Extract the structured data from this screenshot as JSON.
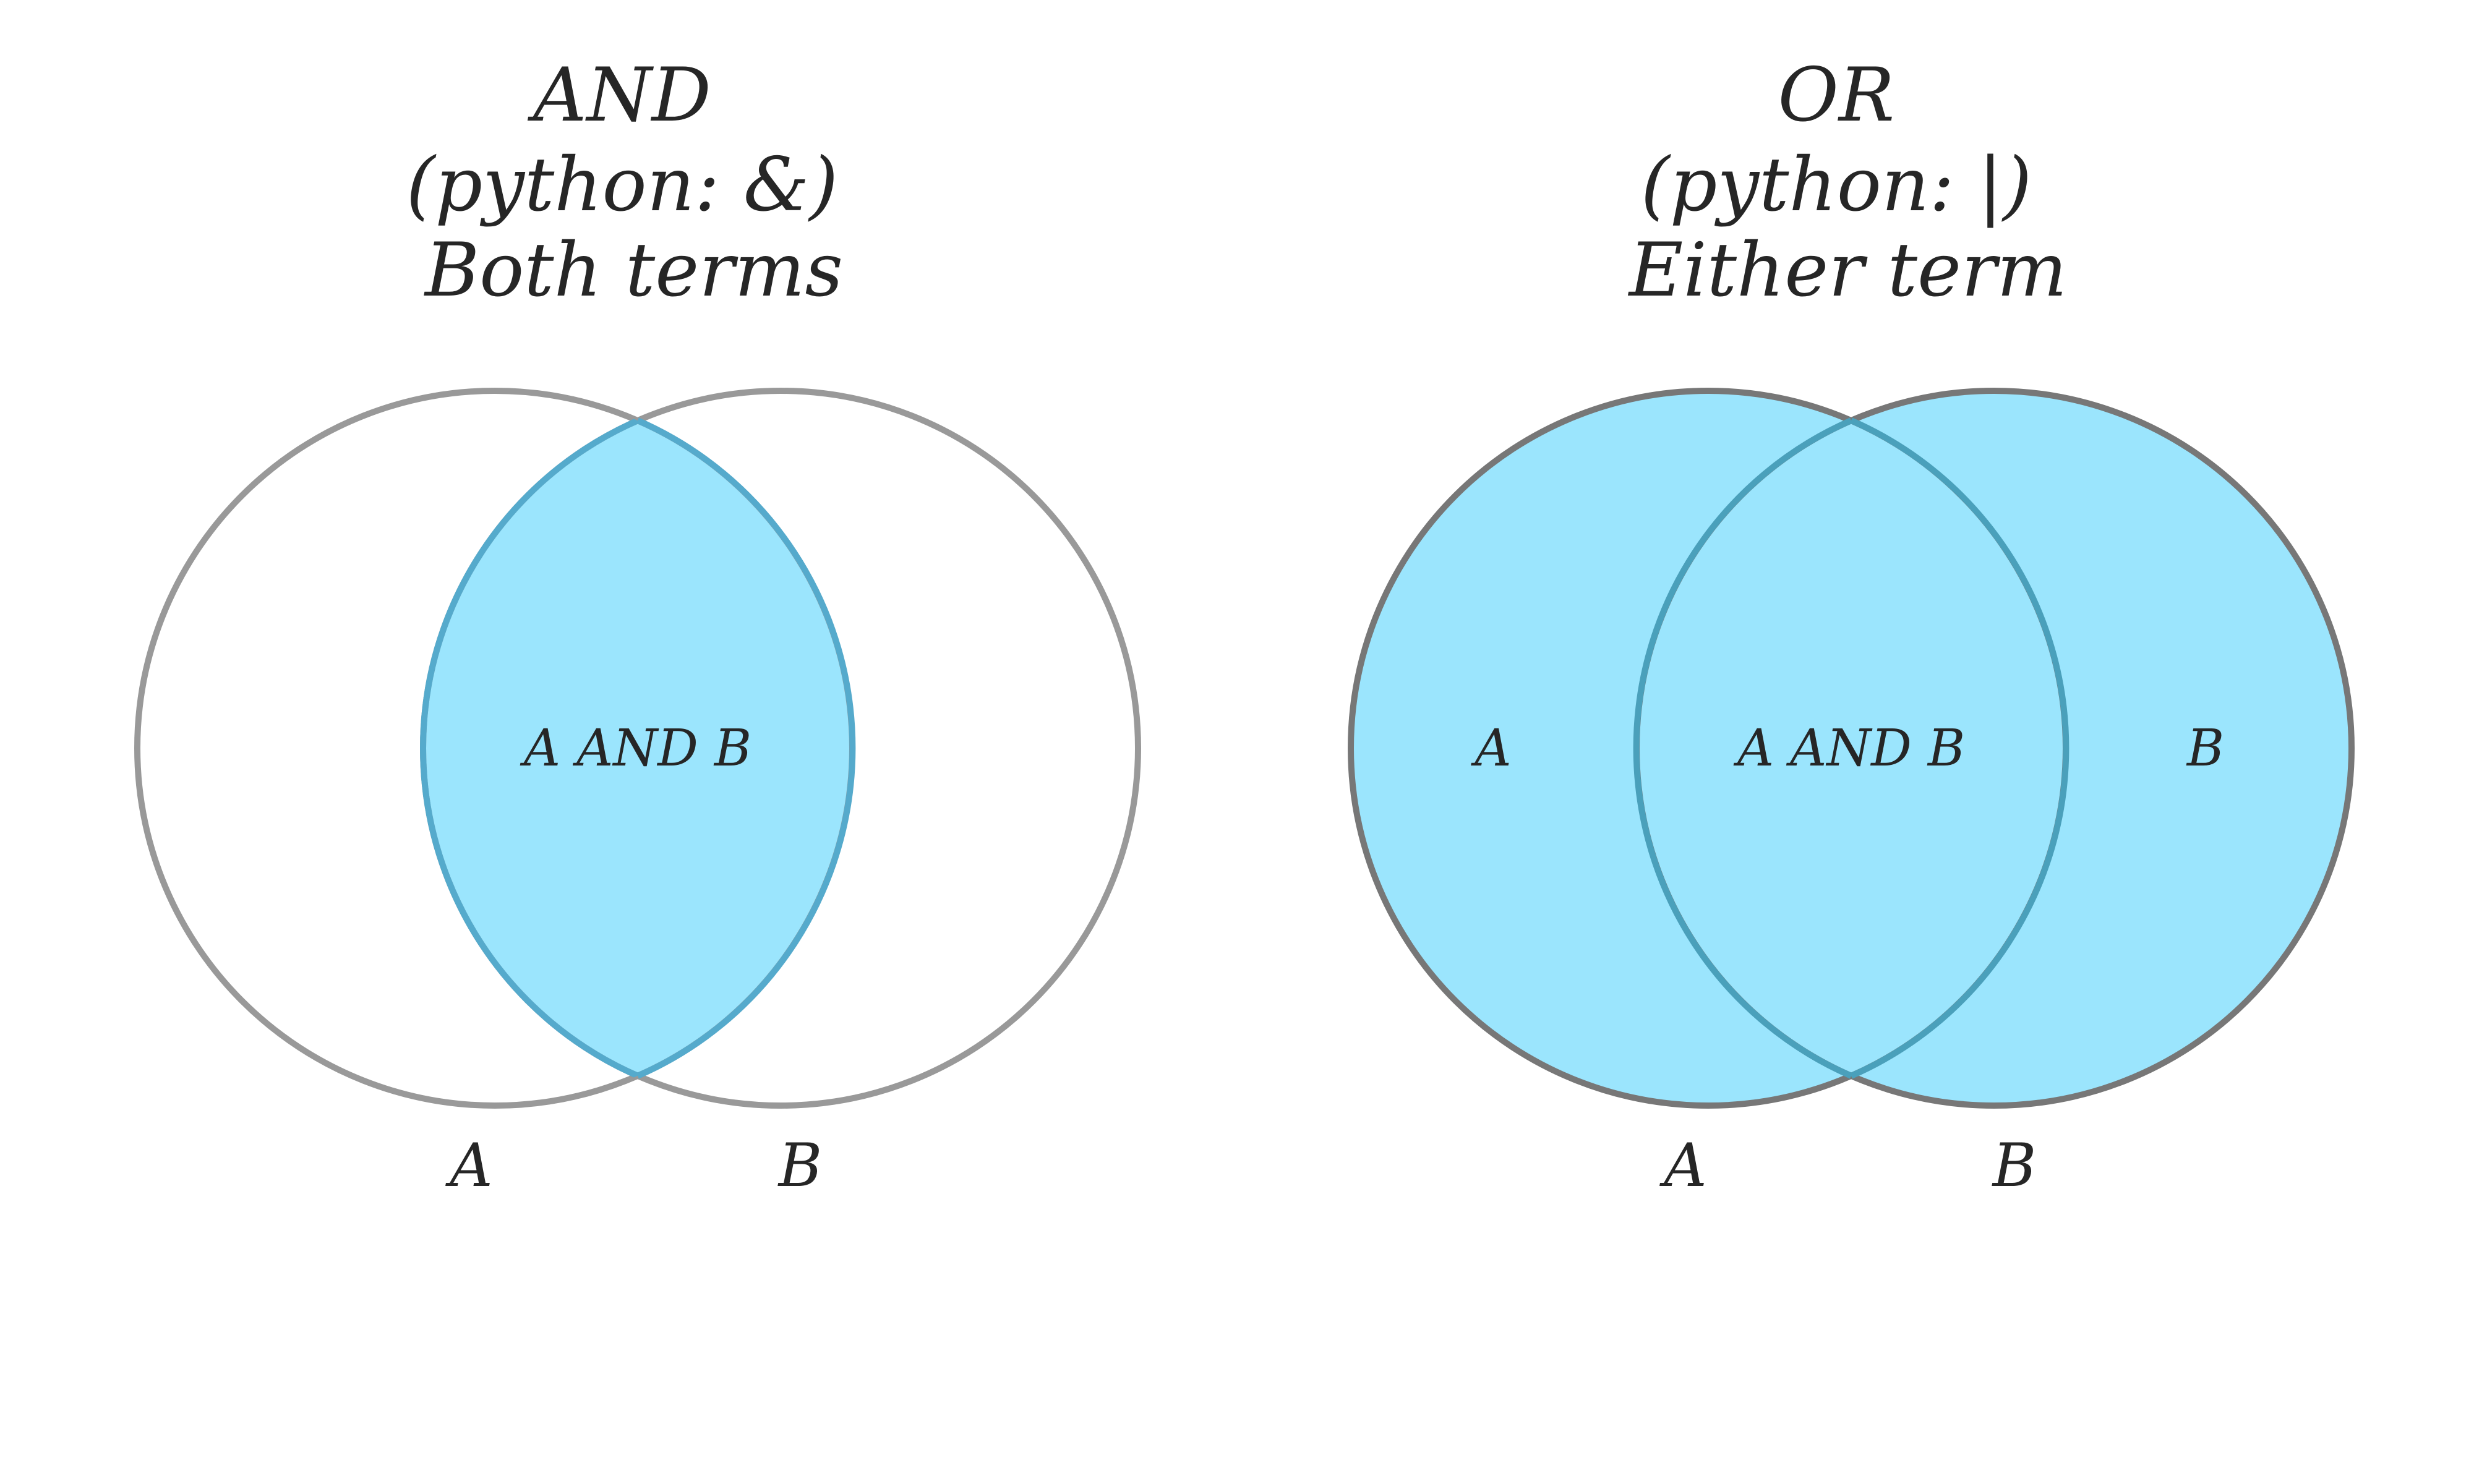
{
  "colors": {
    "fill": "#9be5fd",
    "outline": "#999999",
    "highlight_outline": "#55aacc",
    "union_outline": "#777777",
    "overlap_line": "#4aa0bb",
    "text": "#262626"
  },
  "panels": [
    {
      "id": "and",
      "title_lines": [
        "AND",
        "(python: &)",
        "Both terms"
      ],
      "region_labels": {
        "left": "",
        "center": "A AND B",
        "right": ""
      },
      "set_labels": {
        "a": "A",
        "b": "B"
      },
      "shaded": "intersection"
    },
    {
      "id": "or",
      "title_lines": [
        "OR",
        "(python: |)",
        "Either term"
      ],
      "region_labels": {
        "left": "A",
        "center": "A AND B",
        "right": "B"
      },
      "set_labels": {
        "a": "A",
        "b": "B"
      },
      "shaded": "union"
    }
  ]
}
